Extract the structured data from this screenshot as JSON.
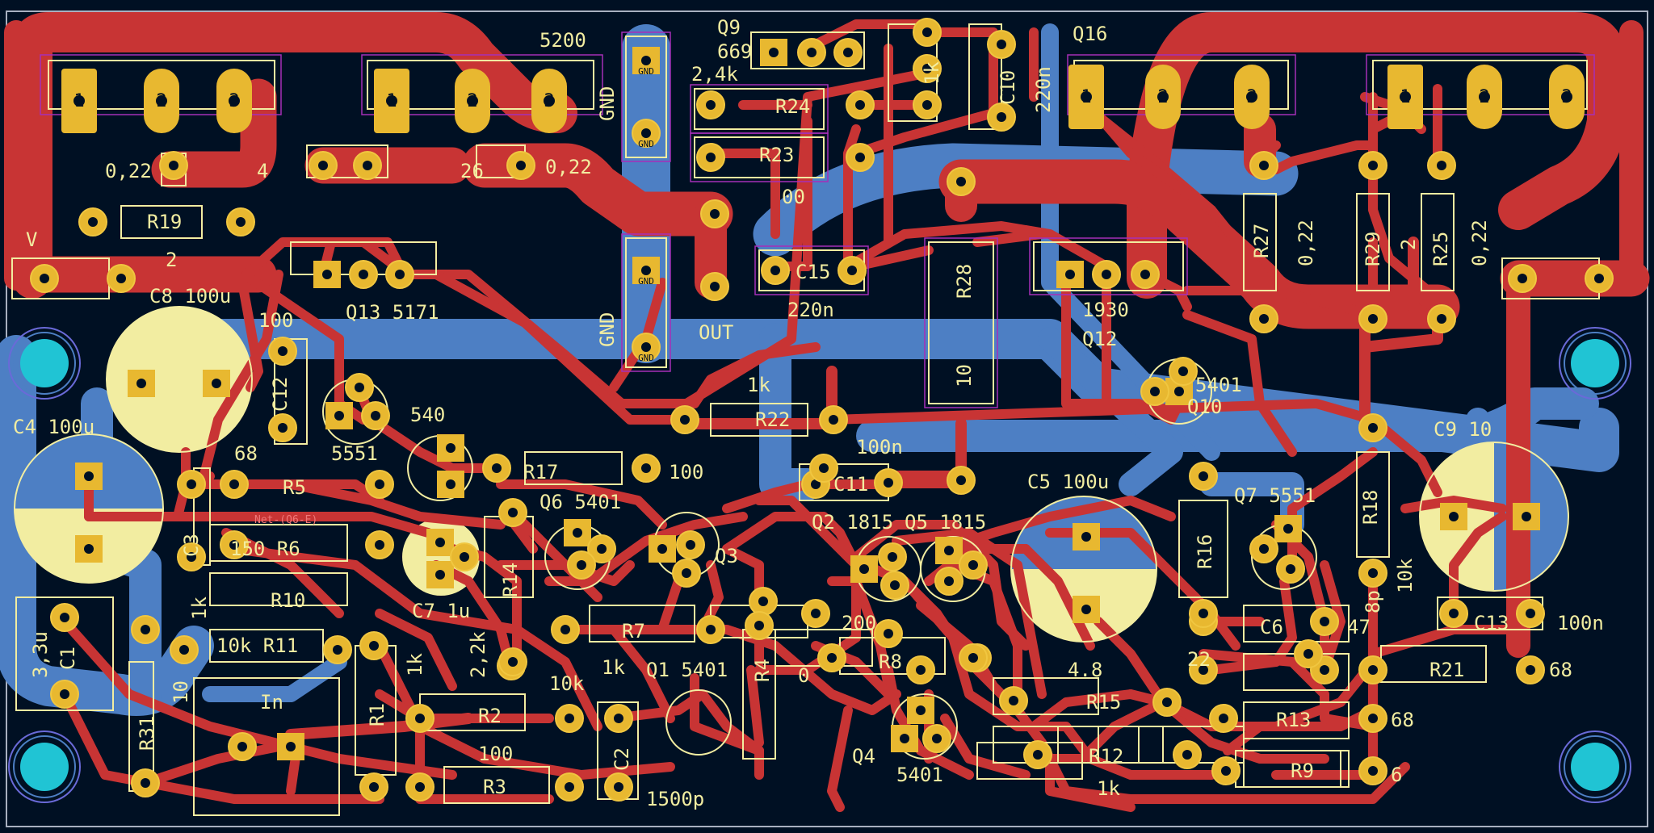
{
  "colors": {
    "background": "#001023",
    "copper_front": "#C83434",
    "copper_back": "#4D7FC4",
    "pad": "#E8B830",
    "pad_ring": "#F0C640",
    "silk": "#F2EDA1",
    "courtyard": "#A62FB8",
    "mount_hole": "#20C4D4",
    "fab": "#8090A8"
  },
  "labels": {
    "q9": "Q9",
    "v669": "669",
    "v24k_top": "2,4k",
    "v5200": "5200",
    "q16": "Q16",
    "gnd_top": "GND",
    "v220n_right": "220n",
    "v1k_top": "1k",
    "c10": "C10",
    "r24": "R24",
    "r23": "R23",
    "v00": "00",
    "v022_left": "0,22",
    "v022_mid": "0,22",
    "r26": "26",
    "r4_frag": "4",
    "r19": "R19",
    "v_frag": "V",
    "v2_frag": "2",
    "c8_100u": "C8 100u",
    "q13_5171": "Q13 5171",
    "v100_frag": "100",
    "c15": "C15",
    "v220n_mid": "220n",
    "gnd_mid": "GND",
    "out": "OUT",
    "r28": "R28",
    "v10_r28": "10",
    "v1930": "1930",
    "q12": "Q12",
    "r27": "R27",
    "v022_r27": "0,22",
    "r29": "R29",
    "v2_r29": "2",
    "r25": "R25",
    "v022_r25": "0,22",
    "c12": "C12",
    "v5551_a": "5551",
    "v540_frag": "540",
    "v1k_r22": "1k",
    "r22": "R22",
    "v5401_q10": "5401",
    "q10": "Q10",
    "c9_10": "C9  10",
    "c4_100u": "C4 100u",
    "v68_r5": "68",
    "r5": "R5",
    "r17": "R17",
    "v100_r17": "100",
    "v100n_c11": "100n",
    "c11": "C11",
    "c5_100u": "C5 100u",
    "q6_5401": "Q6 5401",
    "q7_5551": "Q7 5551",
    "q2_1815": "Q2 1815",
    "q5_1815": "Q5 1815",
    "c3": "C3",
    "r6": "150 R6",
    "c7_1u": "C7 1u",
    "r14": "R14",
    "q3": "Q3",
    "r16": "R16",
    "r18": "R18",
    "v10k_r18": "10k",
    "v8p": "8p",
    "r10": "R10",
    "v1k_r10": "1k",
    "v10k_r11": "10k R11",
    "v22k": "2,2k",
    "r7": "R7",
    "v1k_r7": "1k",
    "v10k_r7": "10k",
    "r4_mid": "R4",
    "v0_frag": "0",
    "r8": "R8",
    "v200_frag": "200",
    "r15": "R15",
    "v47_frag": "47",
    "c6": "C6",
    "c13": "C13",
    "v4_8_frag": "4.8",
    "v22_frag": "22",
    "v100n_c13": "100n",
    "r21": "R21",
    "v68_r21": "68",
    "c1": "C1",
    "v33u": "3,3u",
    "r31": "R31",
    "v10_r31": "10",
    "in": "In",
    "r1": "R1",
    "v1k_r1": "1k",
    "q1_5401": "Q1 5401",
    "r2": "R2",
    "c2": "C2",
    "v100_r3": "100",
    "r3": "R3",
    "v1500p": "1500p",
    "r12": "R12",
    "v1k_r12": "1k",
    "q4": "Q4",
    "v5401_q4": "5401",
    "r13": "R13",
    "v68_r13": "68",
    "r9": "R9",
    "v6_frag": "6",
    "net_q6e": "Net-(Q6-E)"
  },
  "pad_numbers": [
    "1",
    "2",
    "3"
  ],
  "pad_gnd": "GND"
}
